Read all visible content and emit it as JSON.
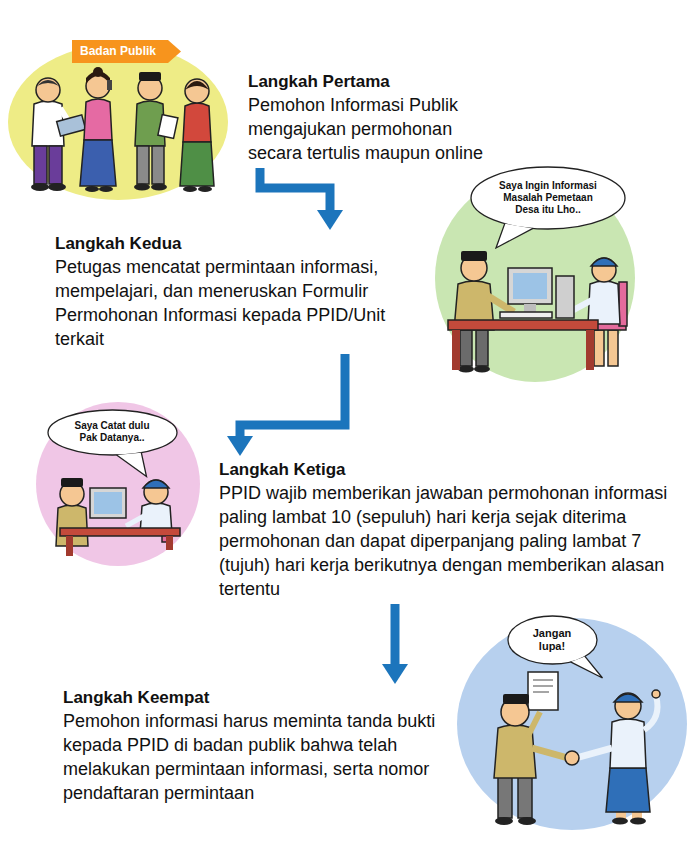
{
  "diagram": {
    "nodes": [
      {
        "text": [
          "Badan Publik"
        ]
      },
      {
        "text": [
          "Langkah Pertama",
          "Pemohon Informasi Publik mengajukan permohonan secara tertulis maupun online"
        ]
      },
      {
        "text": [
          "Saya Ingin Informasi Masalah Pemetaan Desa itu Lho.."
        ]
      },
      {
        "text": [
          "Langkah Kedua",
          "Petugas mencatat permintaan informasi, mempelajari, dan meneruskan Formulir Permohonan Informasi kepada PPID/Unit terkait"
        ]
      },
      {
        "text": [
          "Saya Catat dulu Pak Datanya.."
        ]
      },
      {
        "text": [
          "Langkah Ketiga",
          "PPID wajib memberikan jawaban permohonan informasi paling lambat 10 (sepuluh) hari kerja sejak diterima permohonan dan dapat diperpanjang paling lambat 7 (tujuh) hari kerja berikutnya dengan memberikan alasan tertentu"
        ]
      },
      {
        "text": [
          "Jangan lupa!"
        ]
      },
      {
        "text": [
          "Langkah Keempat",
          "Pemohon informasi harus meminta tanda bukti kepada PPID di badan publik bahwa telah melakukan permintaan informasi, serta nomor pendaftaran permintaan"
        ]
      }
    ],
    "edges": [
      {
        "from": 1,
        "to": 3,
        "arrow": "to"
      },
      {
        "from": 3,
        "to": 5,
        "arrow": "to"
      },
      {
        "from": 5,
        "to": 7,
        "arrow": "to"
      }
    ]
  }
}
